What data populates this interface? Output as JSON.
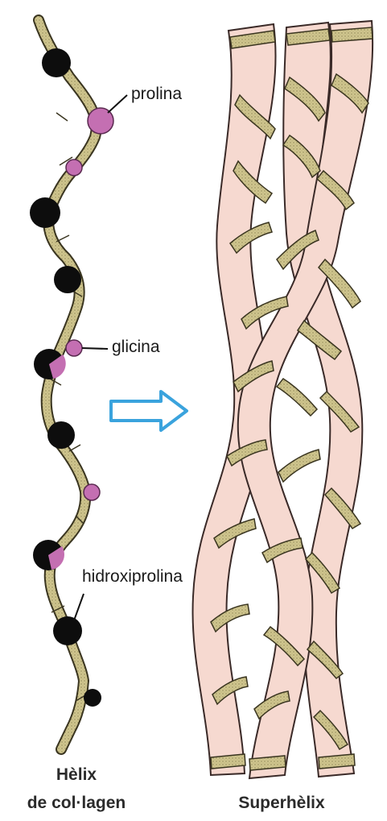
{
  "labels": {
    "proline": "prolina",
    "glycine": "glicina",
    "hydroxyproline": "hidroxiprolina"
  },
  "captions": {
    "helix_line1": "Hèlix",
    "helix_line2": "de col·lagen",
    "superhelix": "Superhèlix"
  },
  "colors": {
    "ribbon_fill": "#c9c08a",
    "ribbon_edge": "#3a3520",
    "strand_fill": "#f6d9d0",
    "strand_edge": "#3a2a28",
    "residue_dark": "#0d0d0d",
    "residue_pink": "#c46fb2",
    "arrow": "#3aa3dd"
  }
}
